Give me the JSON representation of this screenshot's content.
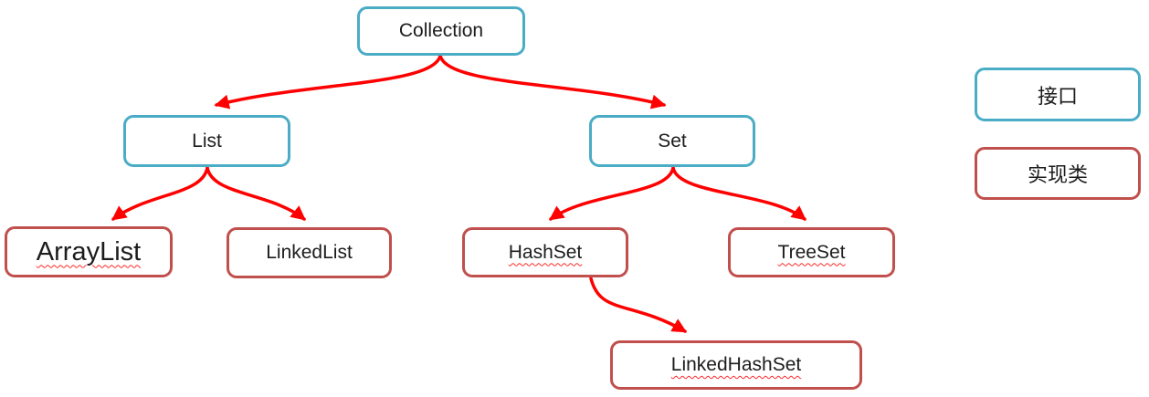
{
  "diagram": {
    "description": "Java Collection hierarchy",
    "nodes": {
      "collection": {
        "label": "Collection",
        "type": "interface"
      },
      "list": {
        "label": "List",
        "type": "interface"
      },
      "set": {
        "label": "Set",
        "type": "interface"
      },
      "arraylist": {
        "label": "ArrayList",
        "type": "implementation-class"
      },
      "linkedlist": {
        "label": "LinkedList",
        "type": "implementation-class"
      },
      "hashset": {
        "label": "HashSet",
        "type": "implementation-class"
      },
      "treeset": {
        "label": "TreeSet",
        "type": "implementation-class"
      },
      "linkedhashset": {
        "label": "LinkedHashSet",
        "type": "implementation-class"
      }
    },
    "edges": [
      {
        "from": "Collection",
        "to": "List"
      },
      {
        "from": "Collection",
        "to": "Set"
      },
      {
        "from": "List",
        "to": "ArrayList"
      },
      {
        "from": "List",
        "to": "LinkedList"
      },
      {
        "from": "Set",
        "to": "HashSet"
      },
      {
        "from": "Set",
        "to": "TreeSet"
      },
      {
        "from": "HashSet",
        "to": "LinkedHashSet"
      }
    ],
    "legend": {
      "interface": {
        "label": "接口"
      },
      "class": {
        "label": "实现类"
      }
    },
    "colors": {
      "interface_border": "#4bacc6",
      "class_border": "#c0504d",
      "arrow": "#ff0000",
      "text": "#1c1c1c",
      "squiggle": "#ff2a2a",
      "background": "#ffffff"
    }
  }
}
